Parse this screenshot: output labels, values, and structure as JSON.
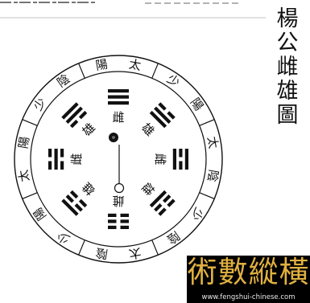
{
  "title": [
    "楊",
    "公",
    "雌",
    "雄",
    "圖"
  ],
  "outer_ring": [
    "陽",
    "太",
    "少",
    "陽",
    "太",
    "陰",
    "少",
    "陰",
    "太",
    "陰",
    "少",
    "陽",
    "太",
    "陽",
    "少",
    "陰"
  ],
  "inner_ring": [
    "雌",
    "雄",
    "雌",
    "雄",
    "雌",
    "雄",
    "雌",
    "雄"
  ],
  "watermark": {
    "text": "術數縱橫",
    "url": "www.fengshui-chinese.com"
  }
}
